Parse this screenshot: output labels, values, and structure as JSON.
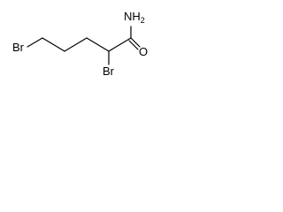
{
  "molecule": {
    "atoms": {
      "br_terminal": "Br",
      "br_alpha": "Br",
      "nitrogen_symbol": "N",
      "nitrogen_hydrogen": "H",
      "nitrogen_subscript": "2",
      "oxygen": "O"
    },
    "colors": {
      "bond": "#000000",
      "label": "#000000",
      "background": "#ffffff"
    }
  }
}
